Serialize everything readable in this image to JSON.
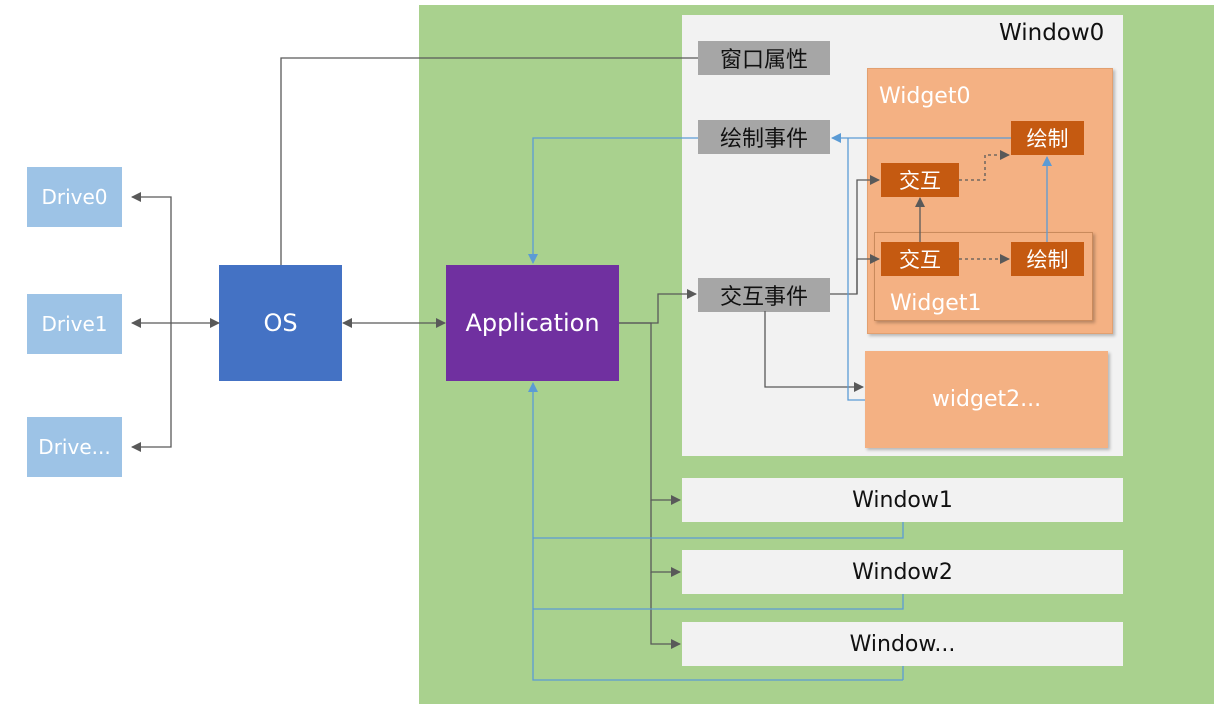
{
  "drives": [
    "Drive0",
    "Drive1",
    "Drive..."
  ],
  "os": "OS",
  "application": "Application",
  "window0": {
    "title": "Window0",
    "window_attributes": "窗口属性",
    "paint_event": "绘制事件",
    "interaction_event": "交互事件",
    "widget0": {
      "title": "Widget0",
      "interact": "交互",
      "paint": "绘制"
    },
    "widget1": {
      "title": "Widget1",
      "interact": "交互",
      "paint": "绘制"
    },
    "widget2": "widget2..."
  },
  "windows": [
    "Window1",
    "Window2",
    "Window..."
  ],
  "colors": {
    "application_area": "#a9d18e",
    "window": "#f2f2f2",
    "os": "#4472c4",
    "application": "#7030a0",
    "drive": "#9dc3e6",
    "widget": "#f4b183",
    "action": "#c55a11",
    "event": "#a6a6a6",
    "arrow_gray": "#595959",
    "arrow_blue": "#5b9bd5"
  }
}
